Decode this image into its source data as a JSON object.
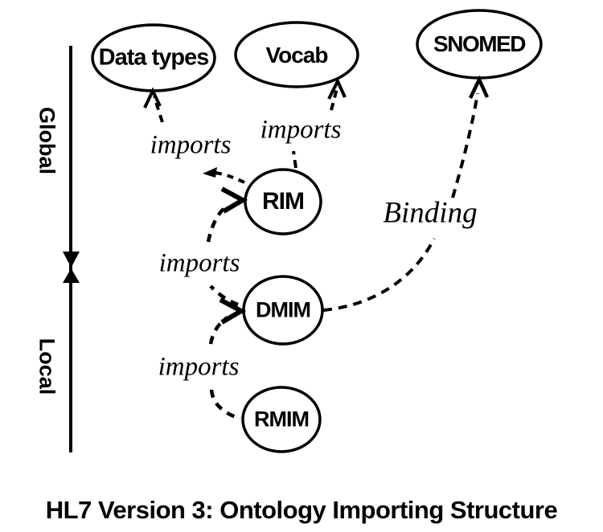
{
  "diagram": {
    "title": "HL7 Version 3: Ontology Importing Structure",
    "axis": {
      "top_label": "Global",
      "bottom_label": "Local"
    },
    "nodes": [
      {
        "id": "data-types",
        "label": "Data types"
      },
      {
        "id": "vocab",
        "label": "Vocab"
      },
      {
        "id": "snomed",
        "label": "SNOMED"
      },
      {
        "id": "rim",
        "label": "RIM"
      },
      {
        "id": "dmim",
        "label": "DMIM"
      },
      {
        "id": "rmim",
        "label": "RMIM"
      }
    ],
    "edges": [
      {
        "id": "rim-imports-data-types",
        "label": "imports"
      },
      {
        "id": "rim-imports-vocab",
        "label": "imports"
      },
      {
        "id": "dmim-imports-rim",
        "label": "imports"
      },
      {
        "id": "rmim-imports-dmim",
        "label": "imports"
      },
      {
        "id": "dmim-binding-snomed",
        "label": "Binding"
      }
    ],
    "colors": {
      "ink": "#000000",
      "background": "#ffffff"
    }
  }
}
